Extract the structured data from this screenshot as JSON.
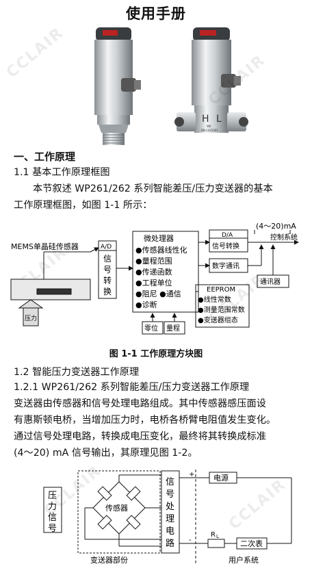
{
  "page_title": "使用手册",
  "watermark_text": "CCLAIR",
  "photos": {
    "left_device_label": "",
    "right_device_letters": [
      "H",
      "L"
    ],
    "right_device_engraving": [
      "WK",
      "BN-1425001"
    ]
  },
  "section": {
    "heading": "一、工作原理",
    "sub1_title": "1.1 基本工作原理框图",
    "sub1_para": [
      "本节叙述 WP261/262 系列智能差压/压力变送器的基本",
      "工作原理框图，如图 1-1 所示："
    ],
    "figure_caption": "图 1-1    工作原理方块图",
    "sub2_title": "1.2 智能压力变送器工作原理",
    "sub2_1_title": "1.2.1 WP261/262 系列智能差压/压力变送器工作原理",
    "sub2_para": [
      "变送器由传感器和信号处理电路组成。其中传感器感压面设",
      "有惠斯顿电桥，当增加压力时，电桥各桥臂电阻值发生变化。",
      "通过信号处理电路，转换成电压变化，最终将其转换成标准",
      "(4～20) mA 信号输出，其原理见图 1-2。"
    ]
  },
  "block_diagram": {
    "sensor_label": "MEMS单晶硅传感器",
    "pressure_label": "压力",
    "ad_box": [
      "A/D",
      "信",
      "号",
      "转",
      "换"
    ],
    "mcu_title": "微处理器",
    "mcu_items": [
      "●传感器线性化",
      "●量程范围",
      "●传递函数",
      "●工程单位",
      "●阻尼  ●通信",
      "●诊断"
    ],
    "da_box": [
      "D/A",
      "信号转换"
    ],
    "output_label": "(4～20)mA",
    "control_label": "控制系统",
    "digital_comm": "数字通讯",
    "communicator": "通讯器",
    "eeprom_title": "EEPROM",
    "eeprom_items": [
      "●线性常数",
      "●测量范围常数",
      "●变送器组态"
    ],
    "zero_btn": "零位",
    "span_btn": "量程"
  },
  "circuit_diagram": {
    "pressure_signal": [
      "压",
      "力",
      "信",
      "号"
    ],
    "sensor_label": "传感器",
    "processing": [
      "信",
      "号",
      "处",
      "理",
      "电",
      "路"
    ],
    "power": "电源",
    "plus": "+",
    "minus": "-",
    "rl": "R",
    "rl_sub": "L",
    "secondary": "二次表",
    "transmitter_part": "变送器部份",
    "user_system": "用户系统"
  }
}
